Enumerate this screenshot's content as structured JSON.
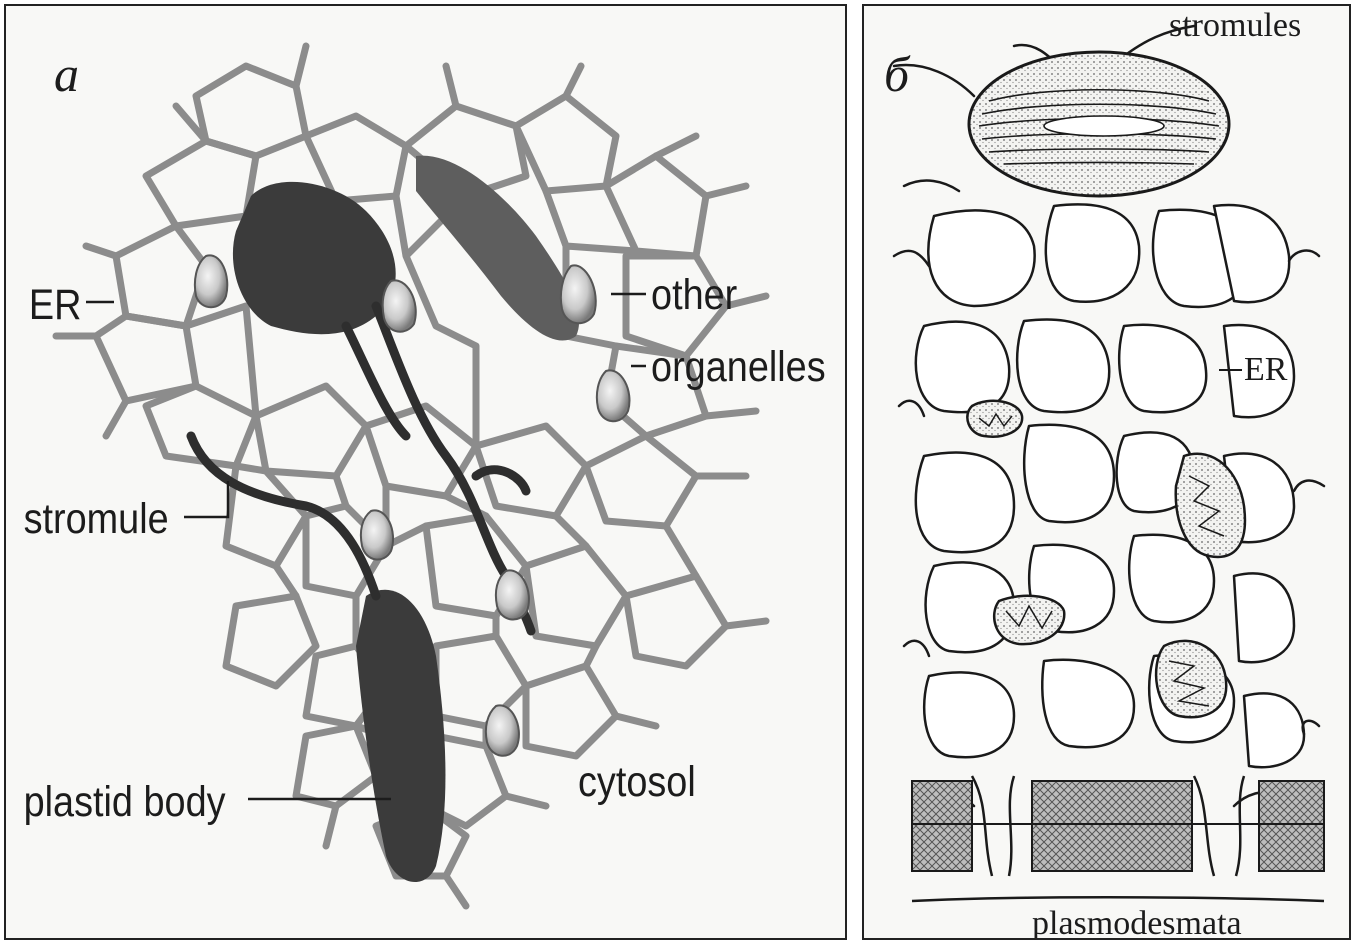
{
  "panel_a": {
    "letter": "a",
    "labels": {
      "er": "ER",
      "other": "other",
      "organelles": "organelles",
      "stromule": "stromule",
      "plastid_body": "plastid body",
      "cytosol": "cytosol"
    }
  },
  "panel_b": {
    "letter": "б",
    "labels": {
      "stromules": "stromules",
      "er": "ER",
      "plasmodesmata": "plasmodesmata"
    }
  }
}
